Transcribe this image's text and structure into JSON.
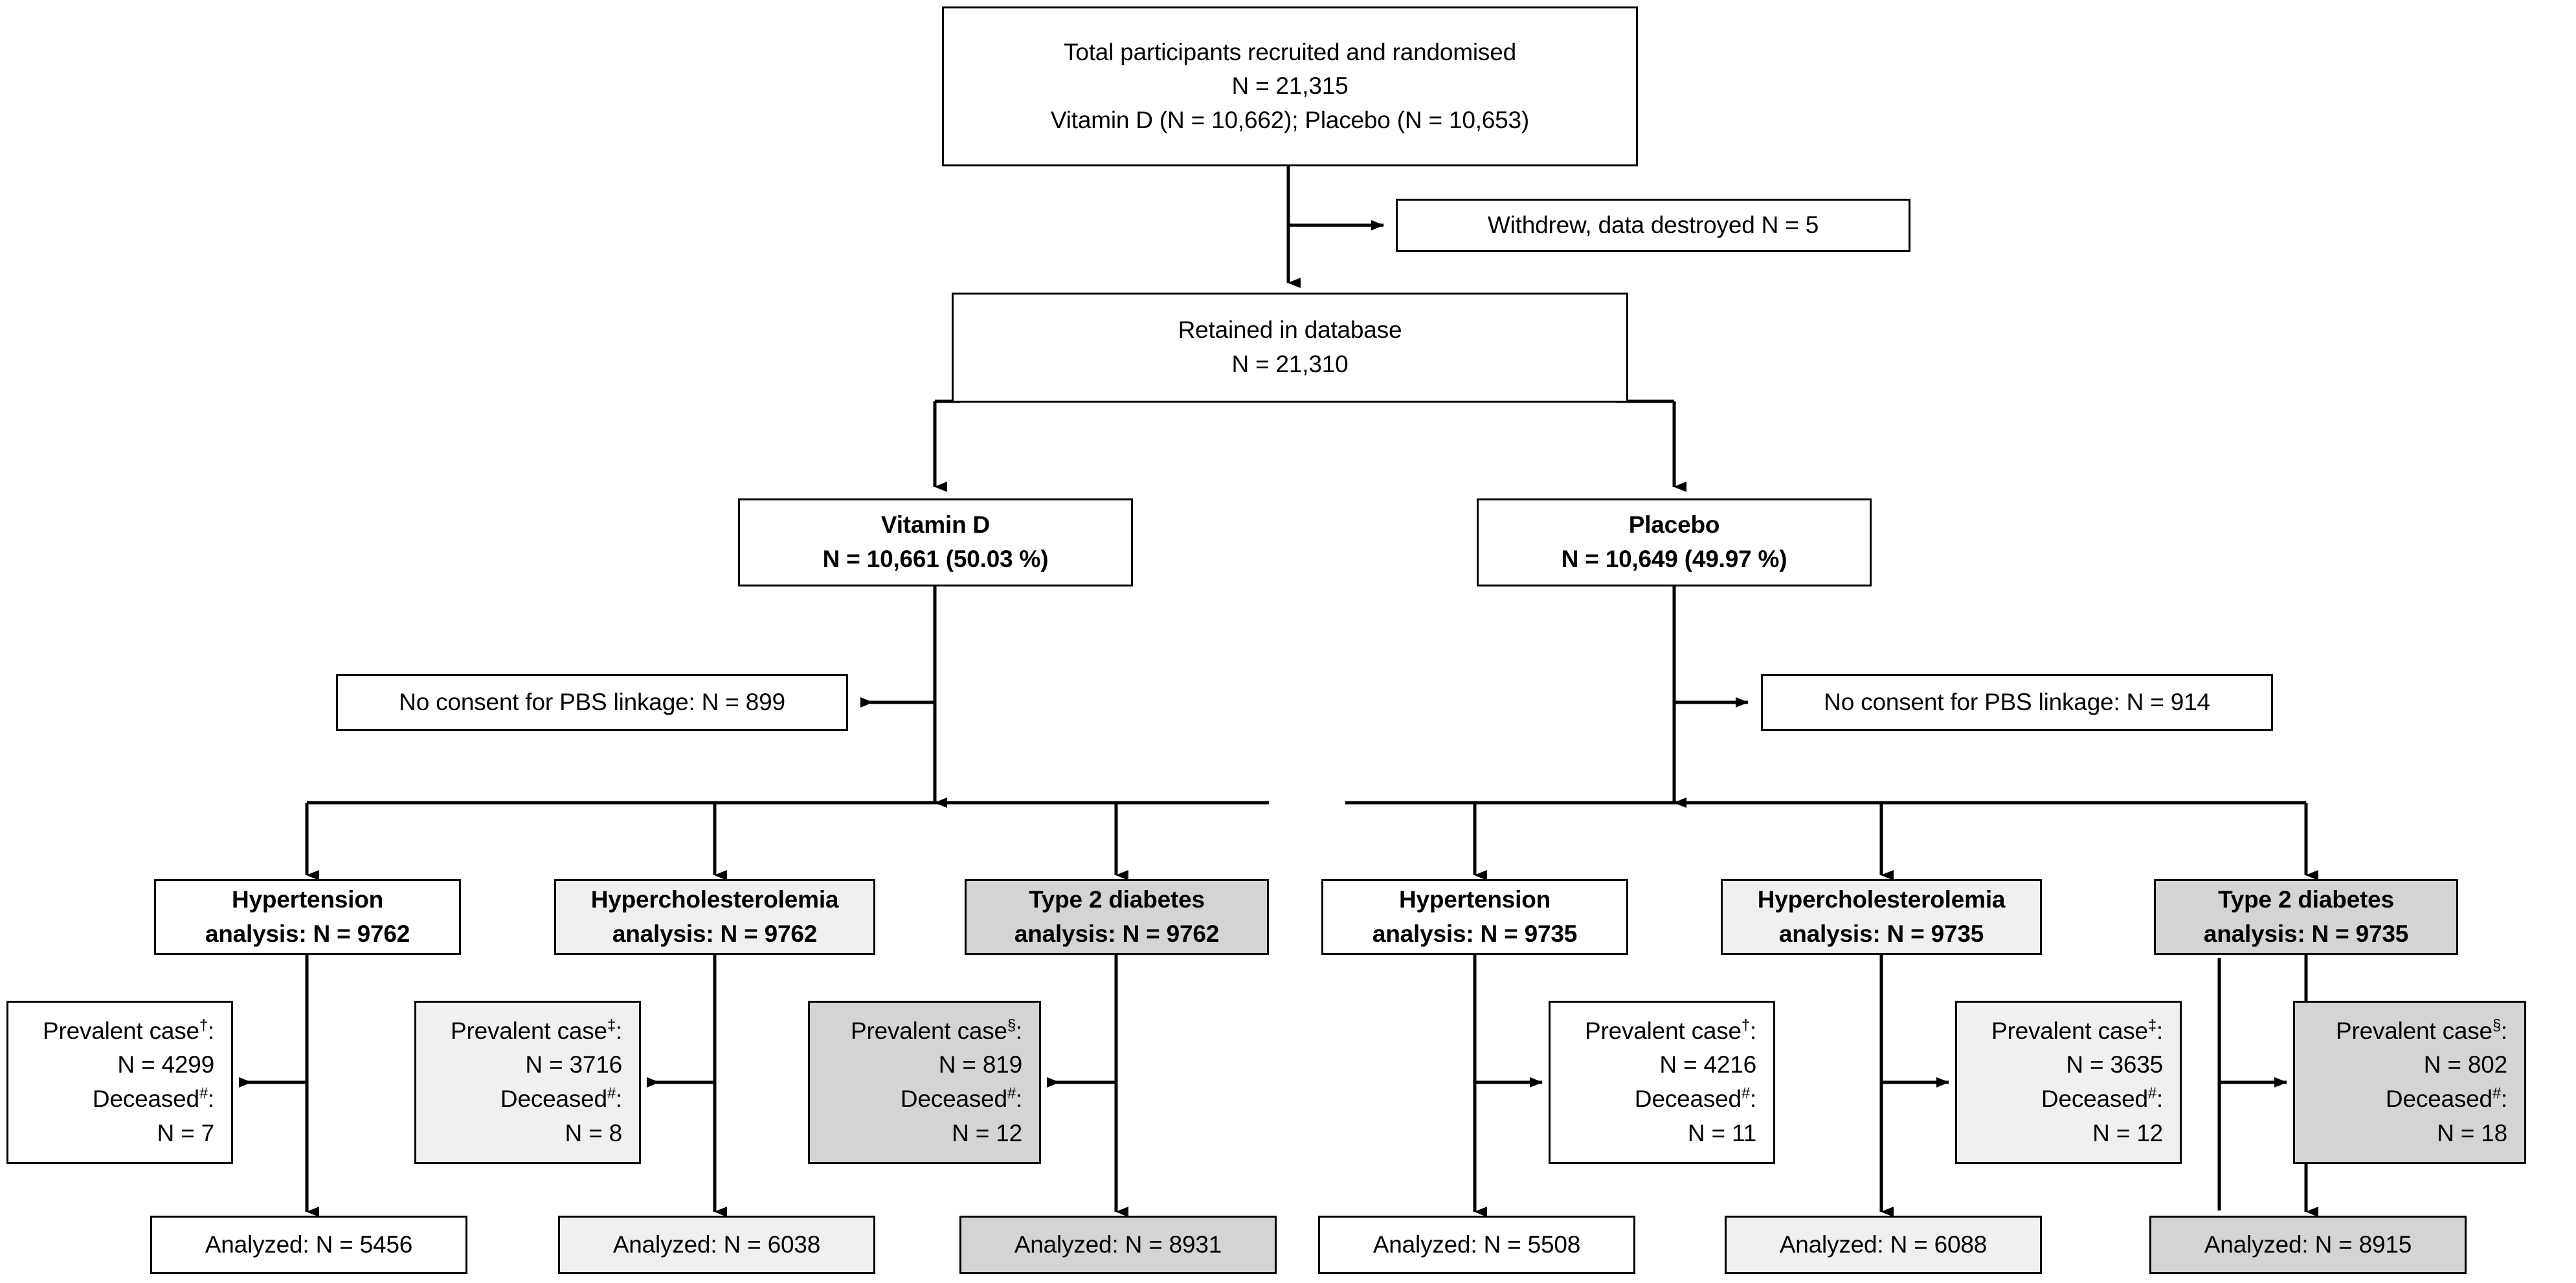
{
  "diagram": {
    "title": "CONSORT-style participant flow diagram",
    "colors": {
      "stroke": "#000000",
      "fill_white": "#ffffff",
      "fill_light_gray": "#f0f0f0",
      "fill_dark_gray": "#d4d4d4",
      "text": "#000000"
    },
    "nodes": {
      "total_recruited": {
        "lines": [
          "Total participants recruited and randomised",
          "N = 21,315",
          "Vitamin D (N = 10,662); Placebo (N = 10,653)"
        ]
      },
      "withdrew": {
        "lines": [
          "Withdrew, data destroyed N = 5"
        ]
      },
      "retained": {
        "lines": [
          "Retained in database",
          "N = 21,310"
        ]
      },
      "arm_vitamin_d": {
        "lines": [
          "Vitamin D",
          "N = 10,661 (50.03 %)"
        ]
      },
      "arm_placebo": {
        "lines": [
          "Placebo",
          "N = 10,649 (49.97 %)"
        ]
      },
      "no_consent_left": {
        "lines": [
          "No consent for PBS linkage: N = 899"
        ]
      },
      "no_consent_right": {
        "lines": [
          "No consent for PBS linkage: N = 914"
        ]
      },
      "analysis_vd_hypertension": {
        "lines": [
          "Hypertension",
          "analysis: N = 9762"
        ]
      },
      "analysis_vd_hyperchol": {
        "lines": [
          "Hypercholesterolemia",
          "analysis: N = 9762"
        ]
      },
      "analysis_vd_t2d": {
        "lines": [
          "Type 2 diabetes",
          "analysis: N = 9762"
        ]
      },
      "analysis_pl_hypertension": {
        "lines": [
          "Hypertension",
          "analysis: N = 9735"
        ]
      },
      "analysis_pl_hyperchol": {
        "lines": [
          "Hypercholesterolemia",
          "analysis: N = 9735"
        ]
      },
      "analysis_pl_t2d": {
        "lines": [
          "Type 2 diabetes",
          "analysis: N = 9735"
        ]
      },
      "prevalent_vd_hypertension": {
        "lines": [
          "Prevalent case<sup>†</sup>:",
          "N = 4299",
          "Deceased<sup>#</sup>:",
          "N = 7"
        ]
      },
      "prevalent_vd_hyperchol": {
        "lines": [
          "Prevalent case<sup>‡</sup>:",
          "N = 3716",
          "Deceased<sup>#</sup>:",
          "N = 8"
        ]
      },
      "prevalent_vd_t2d": {
        "lines": [
          "Prevalent case<sup>§</sup>:",
          "N = 819",
          "Deceased<sup>#</sup>:",
          "N = 12"
        ]
      },
      "prevalent_pl_hypertension": {
        "lines": [
          "Prevalent case<sup>†</sup>:",
          "N = 4216",
          "Deceased<sup>#</sup>:",
          "N = 11"
        ]
      },
      "prevalent_pl_hyperchol": {
        "lines": [
          "Prevalent case<sup>‡</sup>:",
          "N = 3635",
          "Deceased<sup>#</sup>:",
          "N = 12"
        ]
      },
      "prevalent_pl_t2d": {
        "lines": [
          "Prevalent case<sup>§</sup>:",
          "N = 802",
          "Deceased<sup>#</sup>:",
          "N = 18"
        ]
      },
      "analyzed_vd_hypertension": {
        "lines": [
          "Analyzed: N = 5456"
        ]
      },
      "analyzed_vd_hyperchol": {
        "lines": [
          "Analyzed: N = 6038"
        ]
      },
      "analyzed_vd_t2d": {
        "lines": [
          "Analyzed: N = 8931"
        ]
      },
      "analyzed_pl_hypertension": {
        "lines": [
          "Analyzed: N = 5508"
        ]
      },
      "analyzed_pl_hyperchol": {
        "lines": [
          "Analyzed: N = 6088"
        ]
      },
      "analyzed_pl_t2d": {
        "lines": [
          "Analyzed: N = 8915"
        ]
      }
    },
    "footnote_markers": [
      "†",
      "‡",
      "§",
      "#"
    ]
  }
}
